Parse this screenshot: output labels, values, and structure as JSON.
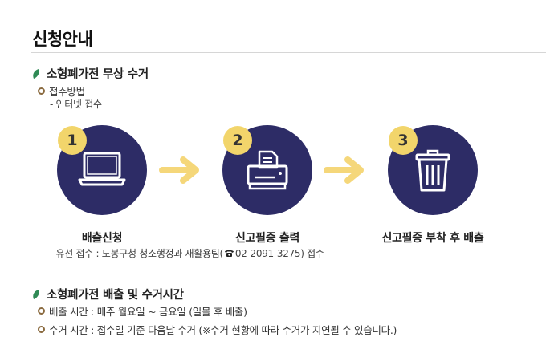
{
  "page_title": "신청안내",
  "section1": {
    "heading": "소형폐가전 무상 수거",
    "method_label": "접수방법",
    "internet_line": "- 인터넷 접수",
    "steps": [
      {
        "number": "1",
        "label": "배출신청",
        "icon": "laptop-icon"
      },
      {
        "number": "2",
        "label": "신고필증 출력",
        "icon": "printer-icon"
      },
      {
        "number": "3",
        "label": "신고필증 부착 후 배출",
        "icon": "trash-bin-icon"
      }
    ],
    "phone_line_prefix": "- 유선 접수 : 도봉구청 청소행정과 재활용팀(",
    "phone_icon": "telephone-icon",
    "phone_line_suffix": " 02-2091-3275) 접수"
  },
  "section2": {
    "heading": "소형폐가전 배출 및 수거시간",
    "items": [
      "배출 시간 : 매주 월요일 ~ 금요일 (일몰 후 배출)",
      "수거 시간 : 접수일 기준 다음날 수거 (※수거 현황에 따라 수거가 지연될 수 있습니다.)"
    ]
  },
  "colors": {
    "circle": "#2d2c66",
    "badge": "#f2d56b",
    "arrow": "#f5d77a",
    "leaf": "#2f8a55",
    "bullet": "#8a6a3f"
  }
}
